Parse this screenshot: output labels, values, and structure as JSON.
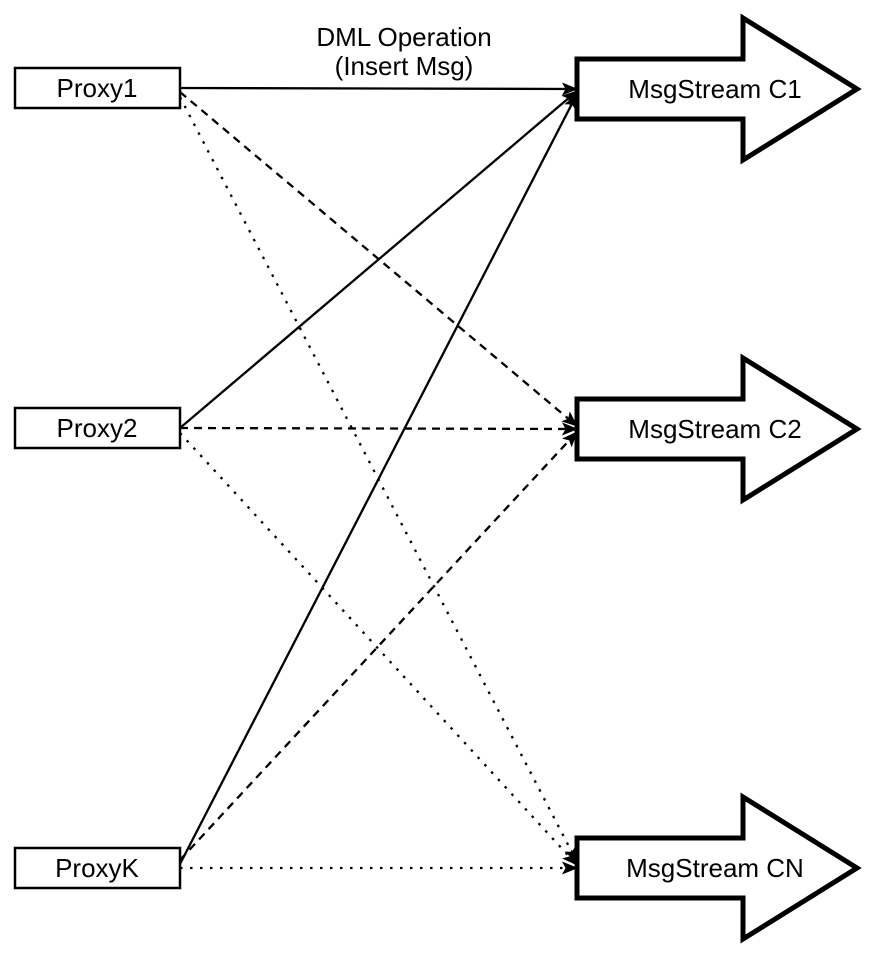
{
  "diagram": {
    "annotation": {
      "line1": "DML Operation",
      "line2": "(Insert Msg)"
    },
    "proxies": [
      {
        "id": "proxy1",
        "label": "Proxy1"
      },
      {
        "id": "proxy2",
        "label": "Proxy2"
      },
      {
        "id": "proxyk",
        "label": "ProxyK"
      }
    ],
    "streams": [
      {
        "id": "c1",
        "label": "MsgStream C1"
      },
      {
        "id": "c2",
        "label": "MsgStream C2"
      },
      {
        "id": "cn",
        "label": "MsgStream CN"
      }
    ],
    "edges": [
      {
        "from": "Proxy1",
        "to": "MsgStream C1",
        "style": "solid"
      },
      {
        "from": "Proxy2",
        "to": "MsgStream C1",
        "style": "solid"
      },
      {
        "from": "ProxyK",
        "to": "MsgStream C1",
        "style": "solid"
      },
      {
        "from": "Proxy1",
        "to": "MsgStream C2",
        "style": "dashed"
      },
      {
        "from": "Proxy2",
        "to": "MsgStream C2",
        "style": "dashed"
      },
      {
        "from": "ProxyK",
        "to": "MsgStream C2",
        "style": "dashed"
      },
      {
        "from": "Proxy1",
        "to": "MsgStream CN",
        "style": "dotted"
      },
      {
        "from": "Proxy2",
        "to": "MsgStream CN",
        "style": "dotted"
      },
      {
        "from": "ProxyK",
        "to": "MsgStream CN",
        "style": "dotted"
      }
    ],
    "colors": {
      "stroke": "#000000",
      "shape_fill": "#ffffff",
      "background": "#ffffff",
      "text": "#000000"
    }
  }
}
